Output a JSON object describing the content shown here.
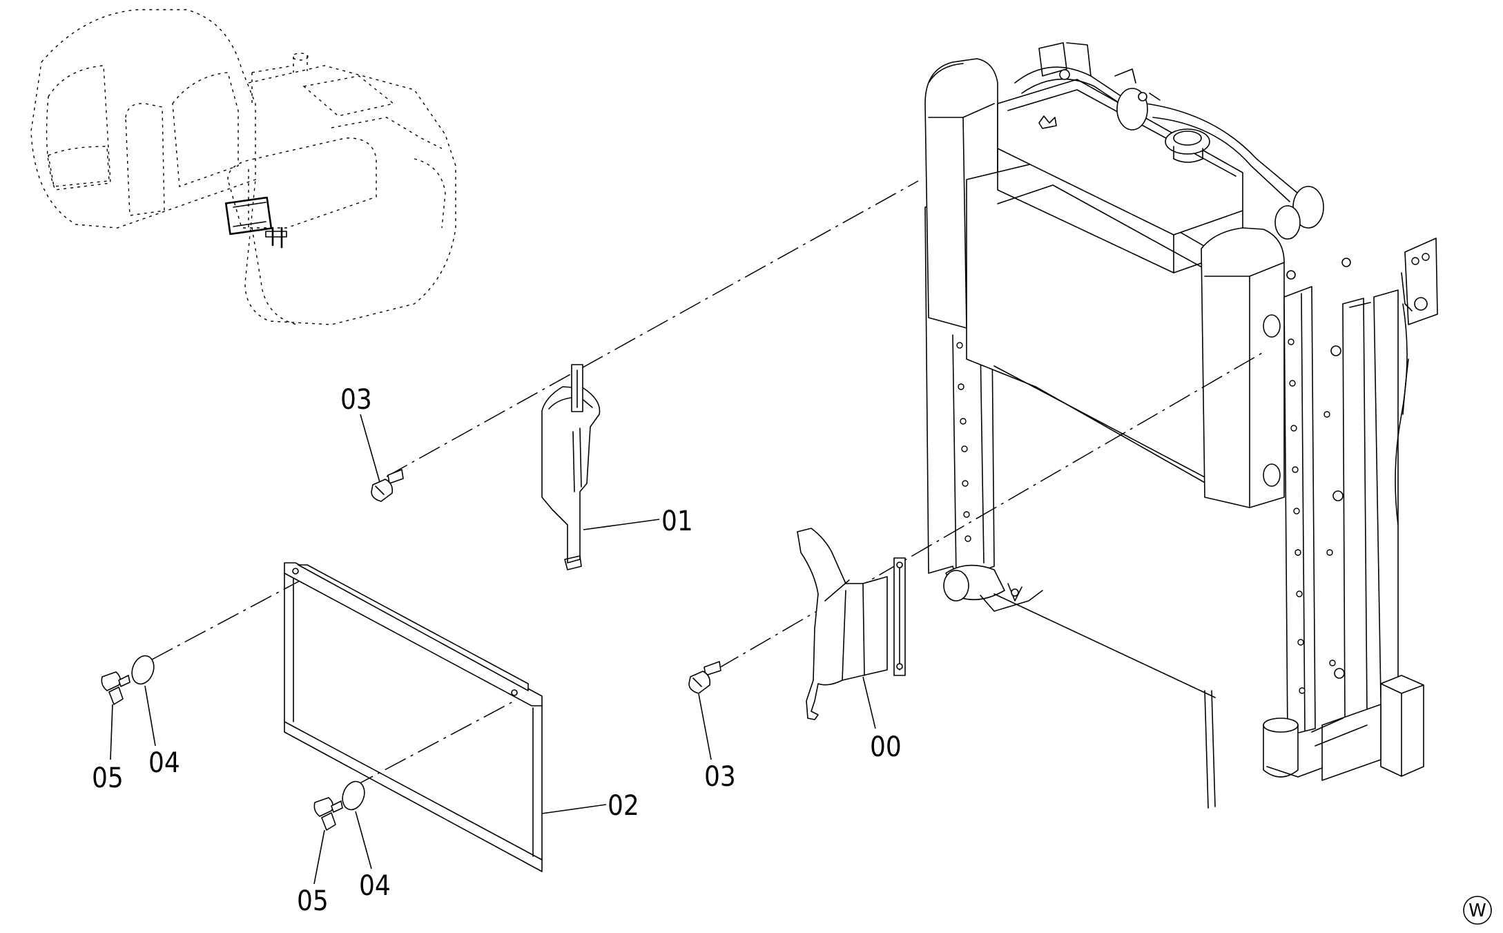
{
  "diagram": {
    "part_labels": {
      "p00": "00",
      "p01": "01",
      "p02": "02",
      "p03a": "03",
      "p03b": "03",
      "p04a": "04",
      "p04b": "04",
      "p05a": "05",
      "p05b": "05"
    },
    "corner_mark": "W"
  }
}
